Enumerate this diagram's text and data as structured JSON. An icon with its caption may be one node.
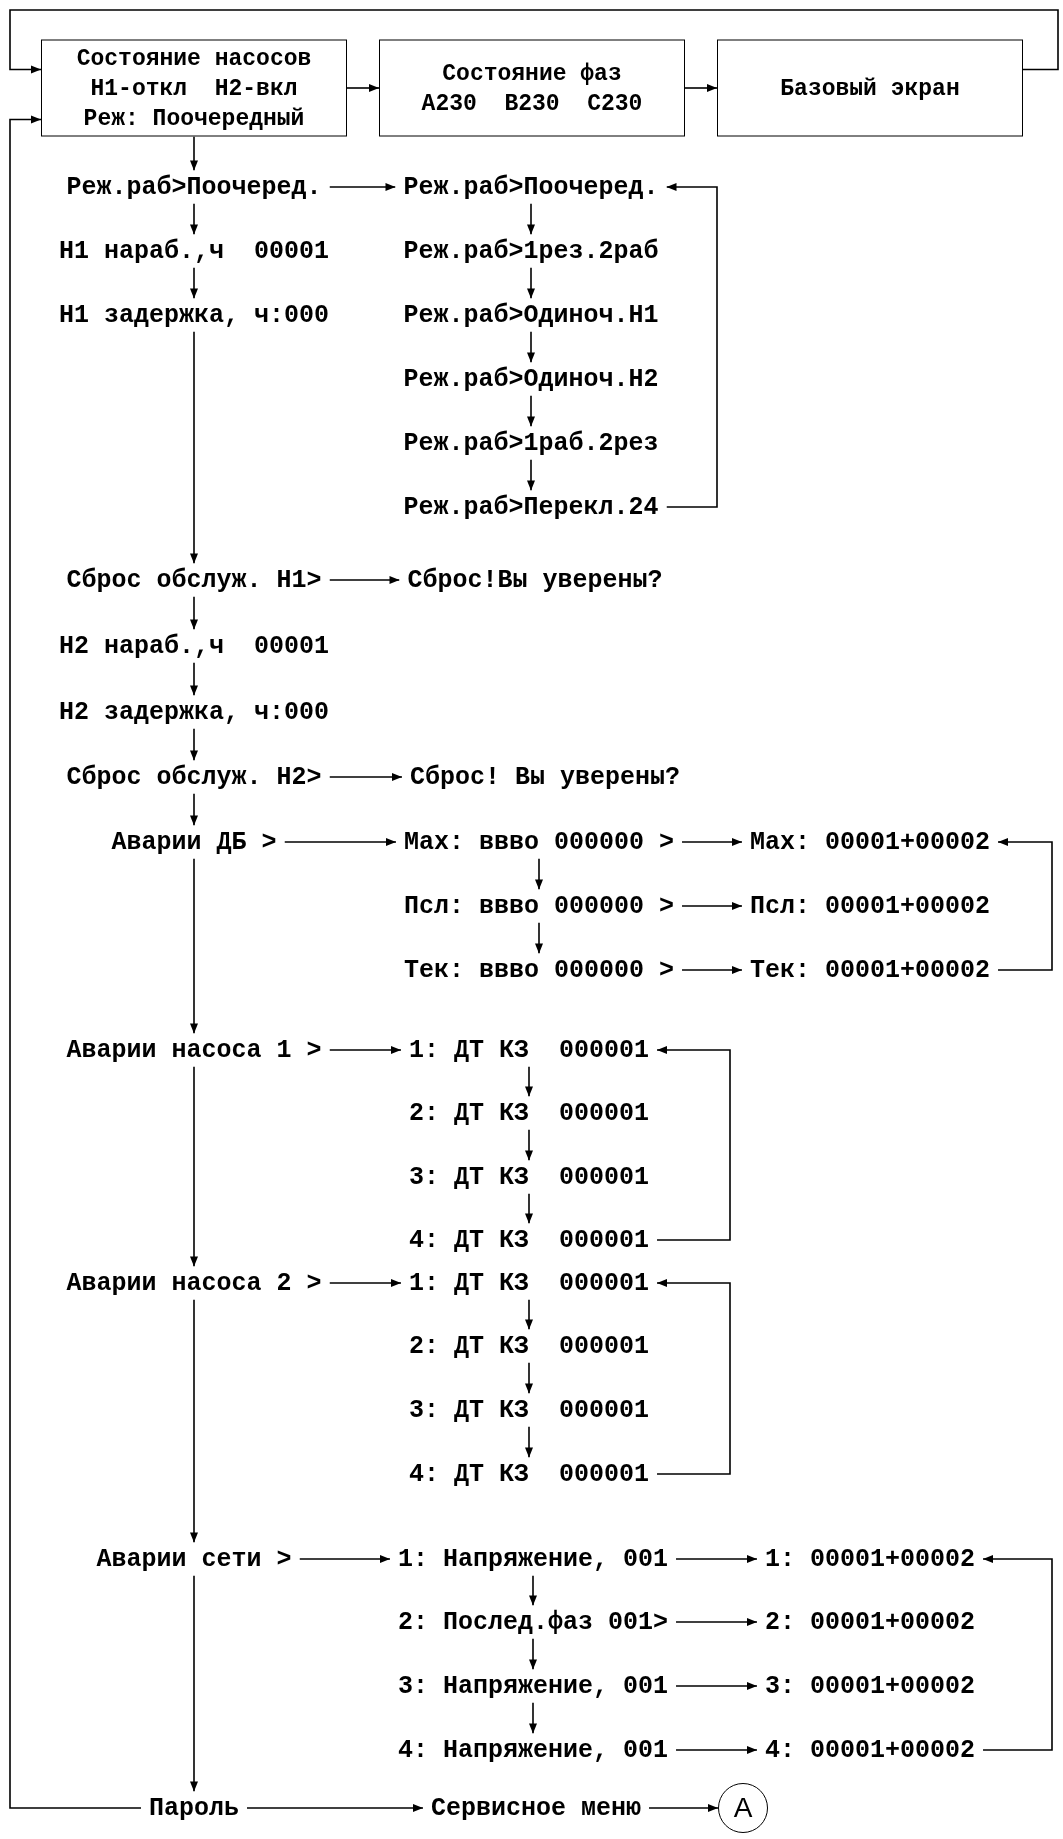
{
  "diagram": {
    "nodes": [
      {
        "text": [
          "Состояние насосов",
          "Н1-откл  Н2-вкл",
          "Реж: Поочередный"
        ]
      },
      {
        "text": [
          "Состояние фаз",
          "A230  B230  C230"
        ]
      },
      {
        "text": [
          "Базовый экран"
        ]
      },
      {
        "text": [
          "Реж.раб>Поочеред."
        ]
      },
      {
        "text": [
          "Н1 нараб.,ч  00001"
        ]
      },
      {
        "text": [
          "Н1 задержка, ч:000"
        ]
      },
      {
        "text": [
          "Реж.раб>Поочеред."
        ]
      },
      {
        "text": [
          "Реж.раб>1рез.2раб"
        ]
      },
      {
        "text": [
          "Реж.раб>Одиноч.Н1"
        ]
      },
      {
        "text": [
          "Реж.раб>Одиноч.Н2"
        ]
      },
      {
        "text": [
          "Реж.раб>1раб.2рез"
        ]
      },
      {
        "text": [
          "Реж.раб>Перекл.24"
        ]
      },
      {
        "text": [
          "Сброс обслуж. Н1>"
        ]
      },
      {
        "text": [
          "Сброс!Вы уверены?"
        ]
      },
      {
        "text": [
          "Н2 нараб.,ч  00001"
        ]
      },
      {
        "text": [
          "Н2 задержка, ч:000"
        ]
      },
      {
        "text": [
          "Сброс обслуж. Н2>"
        ]
      },
      {
        "text": [
          "Сброс! Вы уверены?"
        ]
      },
      {
        "text": [
          "Аварии ДБ >"
        ]
      },
      {
        "text": [
          "Max: ввво 000000 >"
        ]
      },
      {
        "text": [
          "Max: 00001+00002"
        ]
      },
      {
        "text": [
          "Псл: ввво 000000 >"
        ]
      },
      {
        "text": [
          "Псл: 00001+00002"
        ]
      },
      {
        "text": [
          "Тек: ввво 000000 >"
        ]
      },
      {
        "text": [
          "Тек: 00001+00002"
        ]
      },
      {
        "text": [
          "Аварии насоса 1 >"
        ]
      },
      {
        "text": [
          "1: ДТ КЗ  000001"
        ]
      },
      {
        "text": [
          "2: ДТ КЗ  000001"
        ]
      },
      {
        "text": [
          "3: ДТ КЗ  000001"
        ]
      },
      {
        "text": [
          "4: ДТ КЗ  000001"
        ]
      },
      {
        "text": [
          "Аварии насоса 2 >"
        ]
      },
      {
        "text": [
          "1: ДТ КЗ  000001"
        ]
      },
      {
        "text": [
          "2: ДТ КЗ  000001"
        ]
      },
      {
        "text": [
          "3: ДТ КЗ  000001"
        ]
      },
      {
        "text": [
          "4: ДТ КЗ  000001"
        ]
      },
      {
        "text": [
          "Аварии сети >"
        ]
      },
      {
        "text": [
          "1: Напряжение, 001"
        ]
      },
      {
        "text": [
          "1: 00001+00002"
        ]
      },
      {
        "text": [
          "2: Послед.фаз 001>"
        ]
      },
      {
        "text": [
          "2: 00001+00002"
        ]
      },
      {
        "text": [
          "3: Напряжение, 001"
        ]
      },
      {
        "text": [
          "3: 00001+00002"
        ]
      },
      {
        "text": [
          "4: Напряжение, 001"
        ]
      },
      {
        "text": [
          "4: 00001+00002"
        ]
      },
      {
        "text": [
          "Пароль"
        ]
      },
      {
        "text": [
          "Сервисное меню"
        ]
      },
      {
        "text": [
          "A"
        ]
      }
    ],
    "edges": [
      {
        "from": 0,
        "to": 1,
        "arrow": "to"
      },
      {
        "from": 1,
        "to": 2,
        "arrow": "to"
      },
      {
        "from": 2,
        "to": 0,
        "arrow": "to"
      },
      {
        "from": 0,
        "to": 3,
        "arrow": "to"
      },
      {
        "from": 3,
        "to": 4,
        "arrow": "to"
      },
      {
        "from": 4,
        "to": 5,
        "arrow": "to"
      },
      {
        "from": 5,
        "to": 12,
        "arrow": "to"
      },
      {
        "from": 3,
        "to": 6,
        "arrow": "to"
      },
      {
        "from": 6,
        "to": 7,
        "arrow": "to"
      },
      {
        "from": 7,
        "to": 8,
        "arrow": "to"
      },
      {
        "from": 8,
        "to": 9,
        "arrow": "to"
      },
      {
        "from": 9,
        "to": 10,
        "arrow": "to"
      },
      {
        "from": 10,
        "to": 11,
        "arrow": "to"
      },
      {
        "from": 11,
        "to": 6,
        "arrow": "to"
      },
      {
        "from": 12,
        "to": 13,
        "arrow": "to"
      },
      {
        "from": 12,
        "to": 14,
        "arrow": "to"
      },
      {
        "from": 14,
        "to": 15,
        "arrow": "to"
      },
      {
        "from": 15,
        "to": 16,
        "arrow": "to"
      },
      {
        "from": 16,
        "to": 17,
        "arrow": "to"
      },
      {
        "from": 16,
        "to": 18,
        "arrow": "to"
      },
      {
        "from": 18,
        "to": 19,
        "arrow": "to"
      },
      {
        "from": 19,
        "to": 20,
        "arrow": "to"
      },
      {
        "from": 19,
        "to": 21,
        "arrow": "to"
      },
      {
        "from": 21,
        "to": 22,
        "arrow": "to"
      },
      {
        "from": 21,
        "to": 23,
        "arrow": "to"
      },
      {
        "from": 23,
        "to": 24,
        "arrow": "to"
      },
      {
        "from": 24,
        "to": 20,
        "arrow": "to"
      },
      {
        "from": 18,
        "to": 25,
        "arrow": "to"
      },
      {
        "from": 25,
        "to": 26,
        "arrow": "to"
      },
      {
        "from": 26,
        "to": 27,
        "arrow": "to"
      },
      {
        "from": 27,
        "to": 28,
        "arrow": "to"
      },
      {
        "from": 28,
        "to": 29,
        "arrow": "to"
      },
      {
        "from": 29,
        "to": 26,
        "arrow": "to"
      },
      {
        "from": 25,
        "to": 30,
        "arrow": "to"
      },
      {
        "from": 30,
        "to": 31,
        "arrow": "to"
      },
      {
        "from": 31,
        "to": 32,
        "arrow": "to"
      },
      {
        "from": 32,
        "to": 33,
        "arrow": "to"
      },
      {
        "from": 33,
        "to": 34,
        "arrow": "to"
      },
      {
        "from": 34,
        "to": 31,
        "arrow": "to"
      },
      {
        "from": 30,
        "to": 35,
        "arrow": "to"
      },
      {
        "from": 35,
        "to": 36,
        "arrow": "to"
      },
      {
        "from": 36,
        "to": 37,
        "arrow": "to"
      },
      {
        "from": 36,
        "to": 38,
        "arrow": "to"
      },
      {
        "from": 38,
        "to": 39,
        "arrow": "to"
      },
      {
        "from": 38,
        "to": 40,
        "arrow": "to"
      },
      {
        "from": 40,
        "to": 41,
        "arrow": "to"
      },
      {
        "from": 40,
        "to": 42,
        "arrow": "to"
      },
      {
        "from": 42,
        "to": 43,
        "arrow": "to"
      },
      {
        "from": 43,
        "to": 37,
        "arrow": "to"
      },
      {
        "from": 35,
        "to": 44,
        "arrow": "to"
      },
      {
        "from": 44,
        "to": 45,
        "arrow": "to"
      },
      {
        "from": 45,
        "to": 46,
        "arrow": "to"
      },
      {
        "from": 44,
        "to": 0,
        "arrow": "to"
      }
    ]
  }
}
